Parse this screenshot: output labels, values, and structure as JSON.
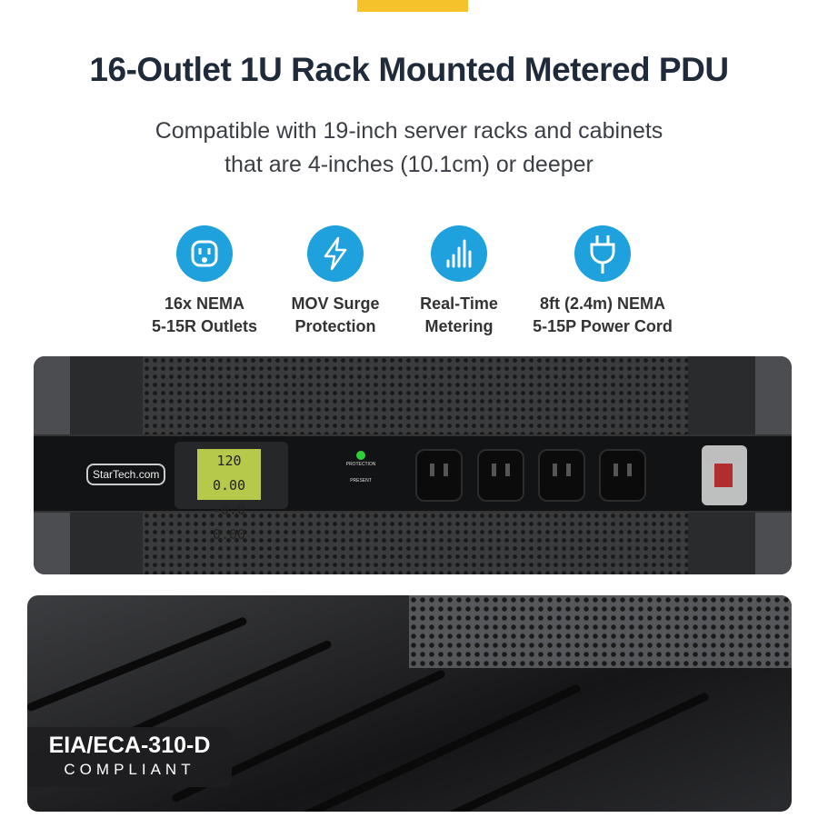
{
  "header": {
    "title": "16-Outlet 1U Rack Mounted Metered PDU",
    "subtitle_line1": "Compatible with 19-inch server racks and cabinets",
    "subtitle_line2": "that are 4-inches (10.1cm) or deeper"
  },
  "accent_color": "#f5c22b",
  "icon_color": "#1ea1dc",
  "features": [
    {
      "icon": "outlet-icon",
      "line1": "16x NEMA",
      "line2": "5-15R Outlets"
    },
    {
      "icon": "lightning-icon",
      "line1": "MOV Surge",
      "line2": "Protection"
    },
    {
      "icon": "signal-bars-icon",
      "line1": "Real-Time",
      "line2": "Metering"
    },
    {
      "icon": "plug-icon",
      "line1": "8ft (2.4m) NEMA",
      "line2": "5-15P Power Cord"
    }
  ],
  "product": {
    "brand": "StarTech.com",
    "lcd_line1": "120 0.00",
    "lcd_line2": "-0.0 0.00",
    "led_label1": "PROTECTION",
    "led_label2": "PRESENT"
  },
  "badge": {
    "line1": "EIA/ECA-310-D",
    "line2": "COMPLIANT"
  }
}
